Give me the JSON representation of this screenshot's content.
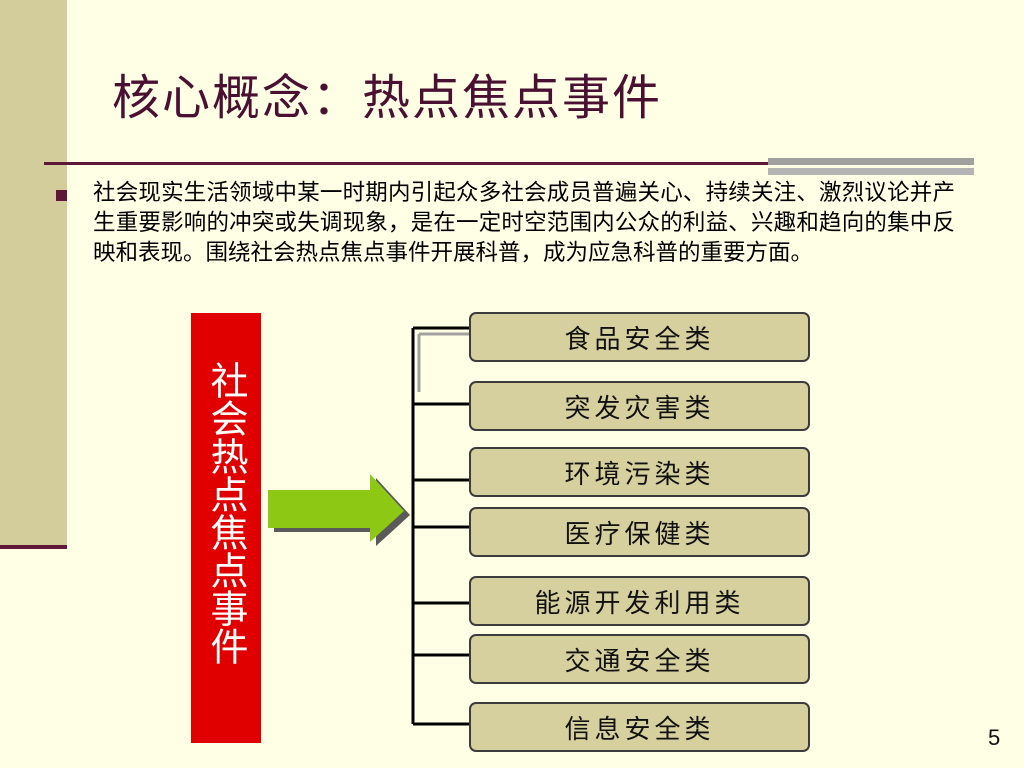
{
  "title": "核心概念：热点焦点事件",
  "body_text": "社会现实生活领域中某一时期内引起众多社会成员普遍关心、持续关注、激烈议论并产生重要影响的冲突或失调现象，是在一定时空范围内公众的利益、兴趣和趋向的集中反映和表现。围绕社会热点焦点事件开展科普，成为应急科普的重要方面。",
  "root_label": "社会热点焦点事件",
  "categories": [
    "食品安全类",
    "突发灾害类",
    "环境污染类",
    "医疗保健类",
    "能源开发利用类",
    "交通安全类",
    "信息安全类"
  ],
  "page_number": "5",
  "colors": {
    "background": "#FFFFE6",
    "accent": "#5E1736",
    "stripe": "#D2CD9B",
    "root_box": "#E00000",
    "category_box": "#D6D09E",
    "arrow": "#8CC814"
  },
  "icons": {
    "bullet": "square-bullet",
    "arrow": "right-arrow-icon"
  }
}
